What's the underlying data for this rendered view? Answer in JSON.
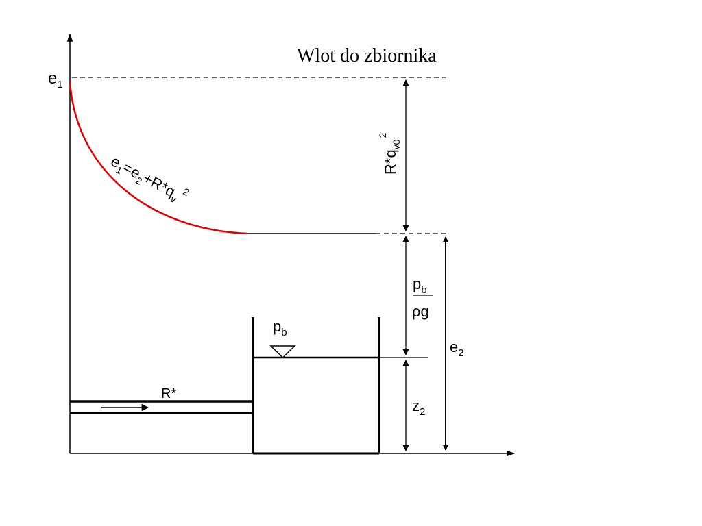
{
  "title": "Wlot do zbiornika",
  "labels": {
    "e1": {
      "main": "e",
      "sub": "1"
    },
    "e2": {
      "main": "e",
      "sub": "2"
    },
    "z2": {
      "main": "z",
      "sub": "2"
    },
    "pb_tank": {
      "main": "p",
      "sub": "b"
    },
    "pb_frac_num": {
      "main": "p",
      "sub": "b"
    },
    "pb_frac_den": "ρg",
    "pipe_resistance": "R*",
    "resistance_head": {
      "pre": "R*q",
      "sub": "v0",
      "sup": "2"
    },
    "curve_equation": {
      "e": "e",
      "s1": "1",
      "eq": "=",
      "e2": "e",
      "s2": "2",
      "plus": "+R*q",
      "sv": "v",
      "sup": "2"
    }
  },
  "colors": {
    "line": "#000000",
    "curve": "#e00000",
    "background": "#ffffff"
  }
}
